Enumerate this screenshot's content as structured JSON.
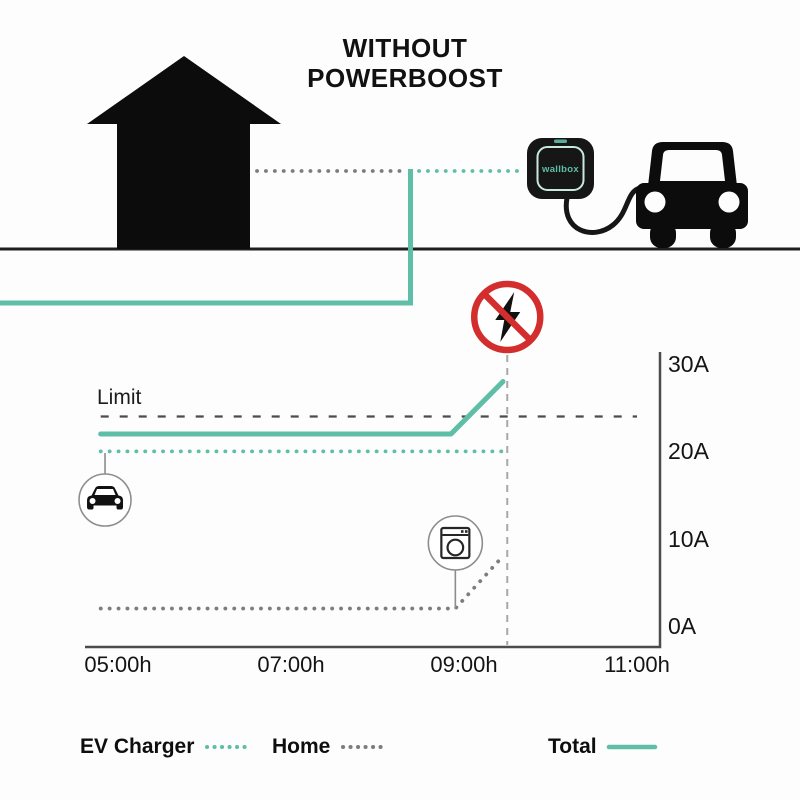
{
  "title": "WITHOUT POWERBOOST",
  "scene": {
    "wallbox_label": "wallbox",
    "icons": [
      "house-icon",
      "wallbox-charger-icon",
      "car-icon",
      "no-power-icon",
      "car-circle-icon",
      "washing-machine-circle-icon"
    ],
    "wiring": {
      "home_branch_style": "dotted-gray",
      "ev_branch_style": "dotted-teal",
      "grid_supply_style": "solid-teal"
    }
  },
  "colors": {
    "teal": "#5EBEA6",
    "gray_dots": "#7d7d7d",
    "axis": "#4c4c4c",
    "limit_dash": "#4c4c4c",
    "cutoff_dash": "#a8a8a8",
    "prohibition_red": "#d32d2d",
    "black": "#0c0c0c"
  },
  "chart": {
    "limit_label": "Limit"
  },
  "legend": [
    {
      "label": "EV Charger",
      "swatch": "dotted",
      "color": "#5EBEA6"
    },
    {
      "label": "Home",
      "swatch": "dotted",
      "color": "#7d7d7d"
    },
    {
      "label": "Total",
      "swatch": "solid",
      "color": "#5EBEA6"
    }
  ],
  "chart_data": {
    "type": "line",
    "title": "WITHOUT POWERBOOST",
    "x_unit": "hour",
    "y_unit": "A",
    "x_ticks": [
      "05:00h",
      "07:00h",
      "09:00h",
      "11:00h"
    ],
    "x_tick_hours": [
      5,
      7,
      9,
      11
    ],
    "y_ticks": [
      "0A",
      "10A",
      "20A",
      "30A"
    ],
    "y_tick_values": [
      0,
      10,
      20,
      30
    ],
    "ylim": [
      0,
      30
    ],
    "x_range_hours": [
      4.8,
      11.2
    ],
    "grid": false,
    "legend_position": "bottom",
    "limit": {
      "label": "Limit",
      "value": 24,
      "span_hours": [
        4.8,
        11.0
      ],
      "style": "dashed-gray"
    },
    "series": [
      {
        "name": "EV Charger",
        "style": "dotted",
        "color": "#5EBEA6",
        "points": [
          [
            4.8,
            20
          ],
          [
            9.45,
            20
          ]
        ]
      },
      {
        "name": "Home",
        "style": "dotted",
        "color": "#7d7d7d",
        "points": [
          [
            4.8,
            2
          ],
          [
            8.9,
            2
          ],
          [
            9.45,
            8
          ]
        ]
      },
      {
        "name": "Total",
        "style": "solid",
        "color": "#5EBEA6",
        "points": [
          [
            4.8,
            22
          ],
          [
            8.85,
            22
          ],
          [
            9.45,
            28
          ]
        ]
      }
    ],
    "cutoff_hour": 9.5,
    "events": [
      {
        "icon": "car",
        "hour": 4.85,
        "series": "EV Charger"
      },
      {
        "icon": "washing-machine",
        "hour": 8.9,
        "series": "Home"
      },
      {
        "icon": "no-power",
        "hour": 9.5,
        "description": "supply cut when total exceeds limit"
      }
    ]
  }
}
